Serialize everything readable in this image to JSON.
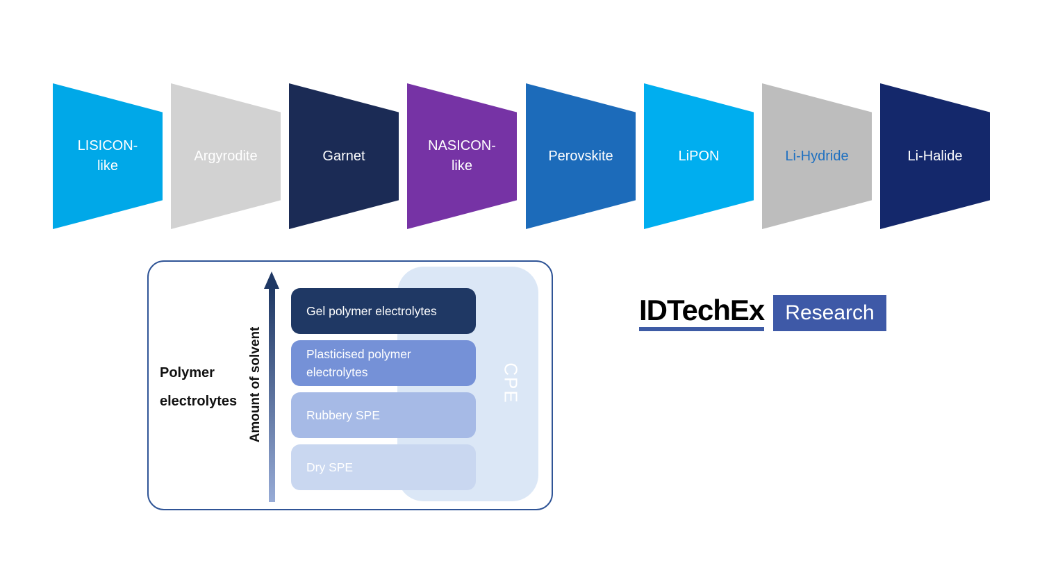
{
  "pipeline": {
    "segments": [
      {
        "label": "LISICON-\nlike",
        "color": "#00A8E8",
        "text_color": "#FFFFFF"
      },
      {
        "label": "Argyrodite",
        "color": "#D2D2D2",
        "text_color": "#FFFFFF"
      },
      {
        "label": "Garnet",
        "color": "#1B2B55",
        "text_color": "#FFFFFF"
      },
      {
        "label": "NASICON-\nlike",
        "color": "#7633A5",
        "text_color": "#FFFFFF"
      },
      {
        "label": "Perovskite",
        "color": "#1C6BBA",
        "text_color": "#FFFFFF"
      },
      {
        "label": "LiPON",
        "color": "#00AEEF",
        "text_color": "#FFFFFF"
      },
      {
        "label": "Li-Hydride",
        "color": "#BDBDBD",
        "text_color": "#1E70C0"
      },
      {
        "label": "Li-Halide",
        "color": "#14286B",
        "text_color": "#FFFFFF"
      }
    ]
  },
  "polymer_panel": {
    "side_label": "Polymer\nelectrolytes",
    "axis_label": "Amount of solvent",
    "border_color": "#2F5496",
    "arrow_colors": {
      "top": "#1F3864",
      "bottom": "#97ABD6"
    },
    "cpe": {
      "label": "CPE",
      "color": "#DBE7F6",
      "text_color": "#FFFFFF"
    },
    "layers": [
      {
        "label": "Gel polymer electrolytes",
        "color": "#1F3864",
        "text_color": "#FFFFFF"
      },
      {
        "label": "Plasticised polymer\nelectrolytes",
        "color": "#7591D7",
        "text_color": "#FFFFFF"
      },
      {
        "label": "Rubbery SPE",
        "color": "#A6BAE6",
        "text_color": "#FFFFFF"
      },
      {
        "label": "Dry SPE",
        "color": "#C9D7F0",
        "text_color": "#FFFFFF"
      }
    ]
  },
  "logo": {
    "brand": "IDTechEx",
    "suffix": "Research",
    "underline_color": "#3E5BA5",
    "suffix_bg": "#3E59A7"
  }
}
